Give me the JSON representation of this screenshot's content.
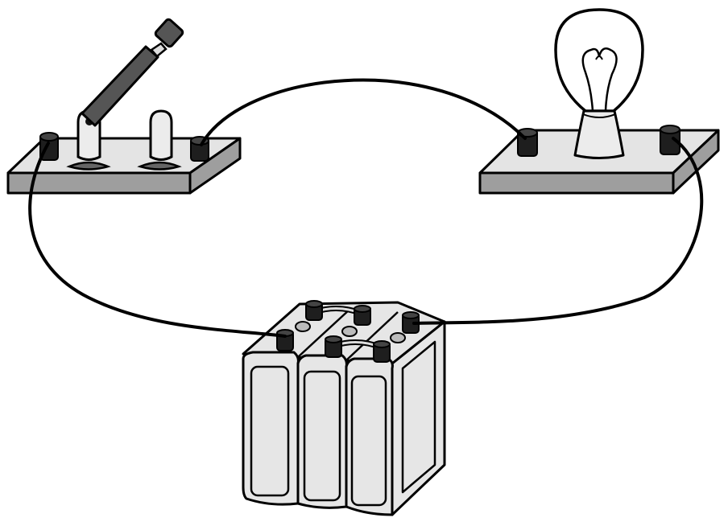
{
  "colors": {
    "background": "#ffffff",
    "outline": "#000000",
    "base_top": "#e4e4e4",
    "base_side": "#9e9e9e",
    "terminal": "#1e1e1e",
    "lever": "#555555",
    "light_fill": "#ececec",
    "cell_fill": "#e6e6e6",
    "bulb_glass": "#ffffff",
    "wire": "#000000"
  },
  "icons": {
    "switch": "knife-switch-icon",
    "bulb": "light-bulb-icon",
    "battery": "battery-icon",
    "terminal": "terminal-post-icon"
  },
  "components": [
    "knife-switch",
    "light-bulb",
    "battery"
  ],
  "battery": {
    "cell_count": 3
  },
  "switch_state": "open"
}
